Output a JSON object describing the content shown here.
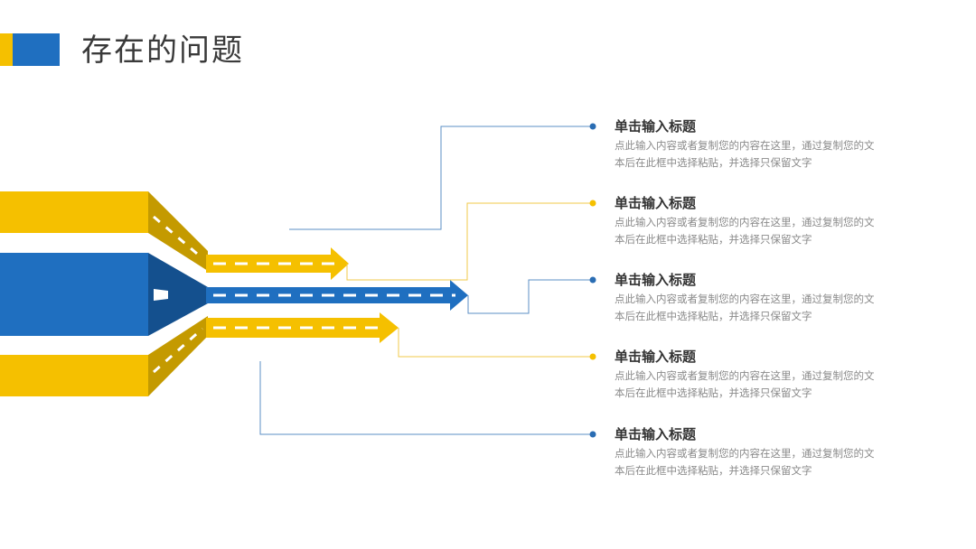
{
  "header": {
    "title": "存在的问题"
  },
  "colors": {
    "blue": "#1f6fc0",
    "blue_dark": "#14508e",
    "yellow": "#f5c000",
    "yellow_dark": "#c49a00",
    "line_blue": "#5b8fc4",
    "line_yellow": "#f1c94a"
  },
  "items": [
    {
      "title": "单击输入标题",
      "body": "点此输入内容或者复制您的内容在这里，通过复制您的文本后在此框中选择粘贴，并选择只保留文字"
    },
    {
      "title": "单击输入标题",
      "body": "点此输入内容或者复制您的内容在这里，通过复制您的文本后在此框中选择粘贴，并选择只保留文字"
    },
    {
      "title": "单击输入标题",
      "body": "点此输入内容或者复制您的内容在这里，通过复制您的文本后在此框中选择粘贴，并选择只保留文字"
    },
    {
      "title": "单击输入标题",
      "body": "点此输入内容或者复制您的内容在这里，通过复制您的文本后在此框中选择粘贴，并选择只保留文字"
    },
    {
      "title": "单击输入标题",
      "body": "点此输入内容或者复制您的内容在这里，通过复制您的文本后在此框中选择粘贴，并选择只保留文字"
    }
  ]
}
